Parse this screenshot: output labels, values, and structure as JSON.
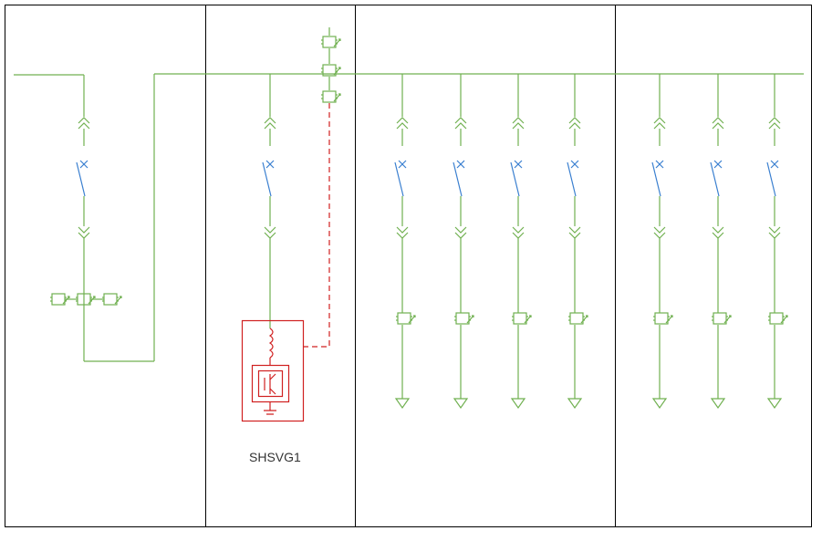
{
  "diagram": {
    "device_label": "SHSVG1",
    "colors": {
      "bus": "#70b050",
      "switch": "#3a7fd0",
      "device": "#d02020",
      "frame": "#000000"
    },
    "sections": 4,
    "feeder_count_section3": 4,
    "feeder_count_section4": 3
  }
}
